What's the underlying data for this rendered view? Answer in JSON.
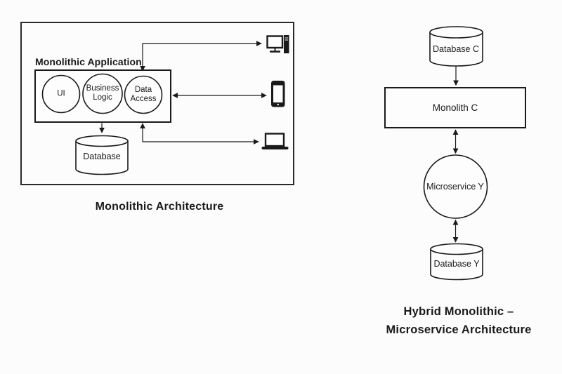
{
  "left_diagram": {
    "caption": "Monolithic Architecture",
    "application_label": "Monolithic Application",
    "components": [
      {
        "label": "UI"
      },
      {
        "label": "Business Logic"
      },
      {
        "label": "Data Access"
      }
    ],
    "database_label": "Database",
    "client_icons": [
      {
        "name": "desktop-computer-icon"
      },
      {
        "name": "smartphone-icon"
      },
      {
        "name": "laptop-icon"
      }
    ]
  },
  "right_diagram": {
    "caption_line1": "Hybrid Monolithic –",
    "caption_line2": "Microservice Architecture",
    "top_database_label": "Database C",
    "monolith_label": "Monolith C",
    "microservice_label": "Microservice Y",
    "bottom_database_label": "Database Y"
  },
  "colors": {
    "stroke": "#1a1a1a",
    "background": "#fcfcfc"
  }
}
